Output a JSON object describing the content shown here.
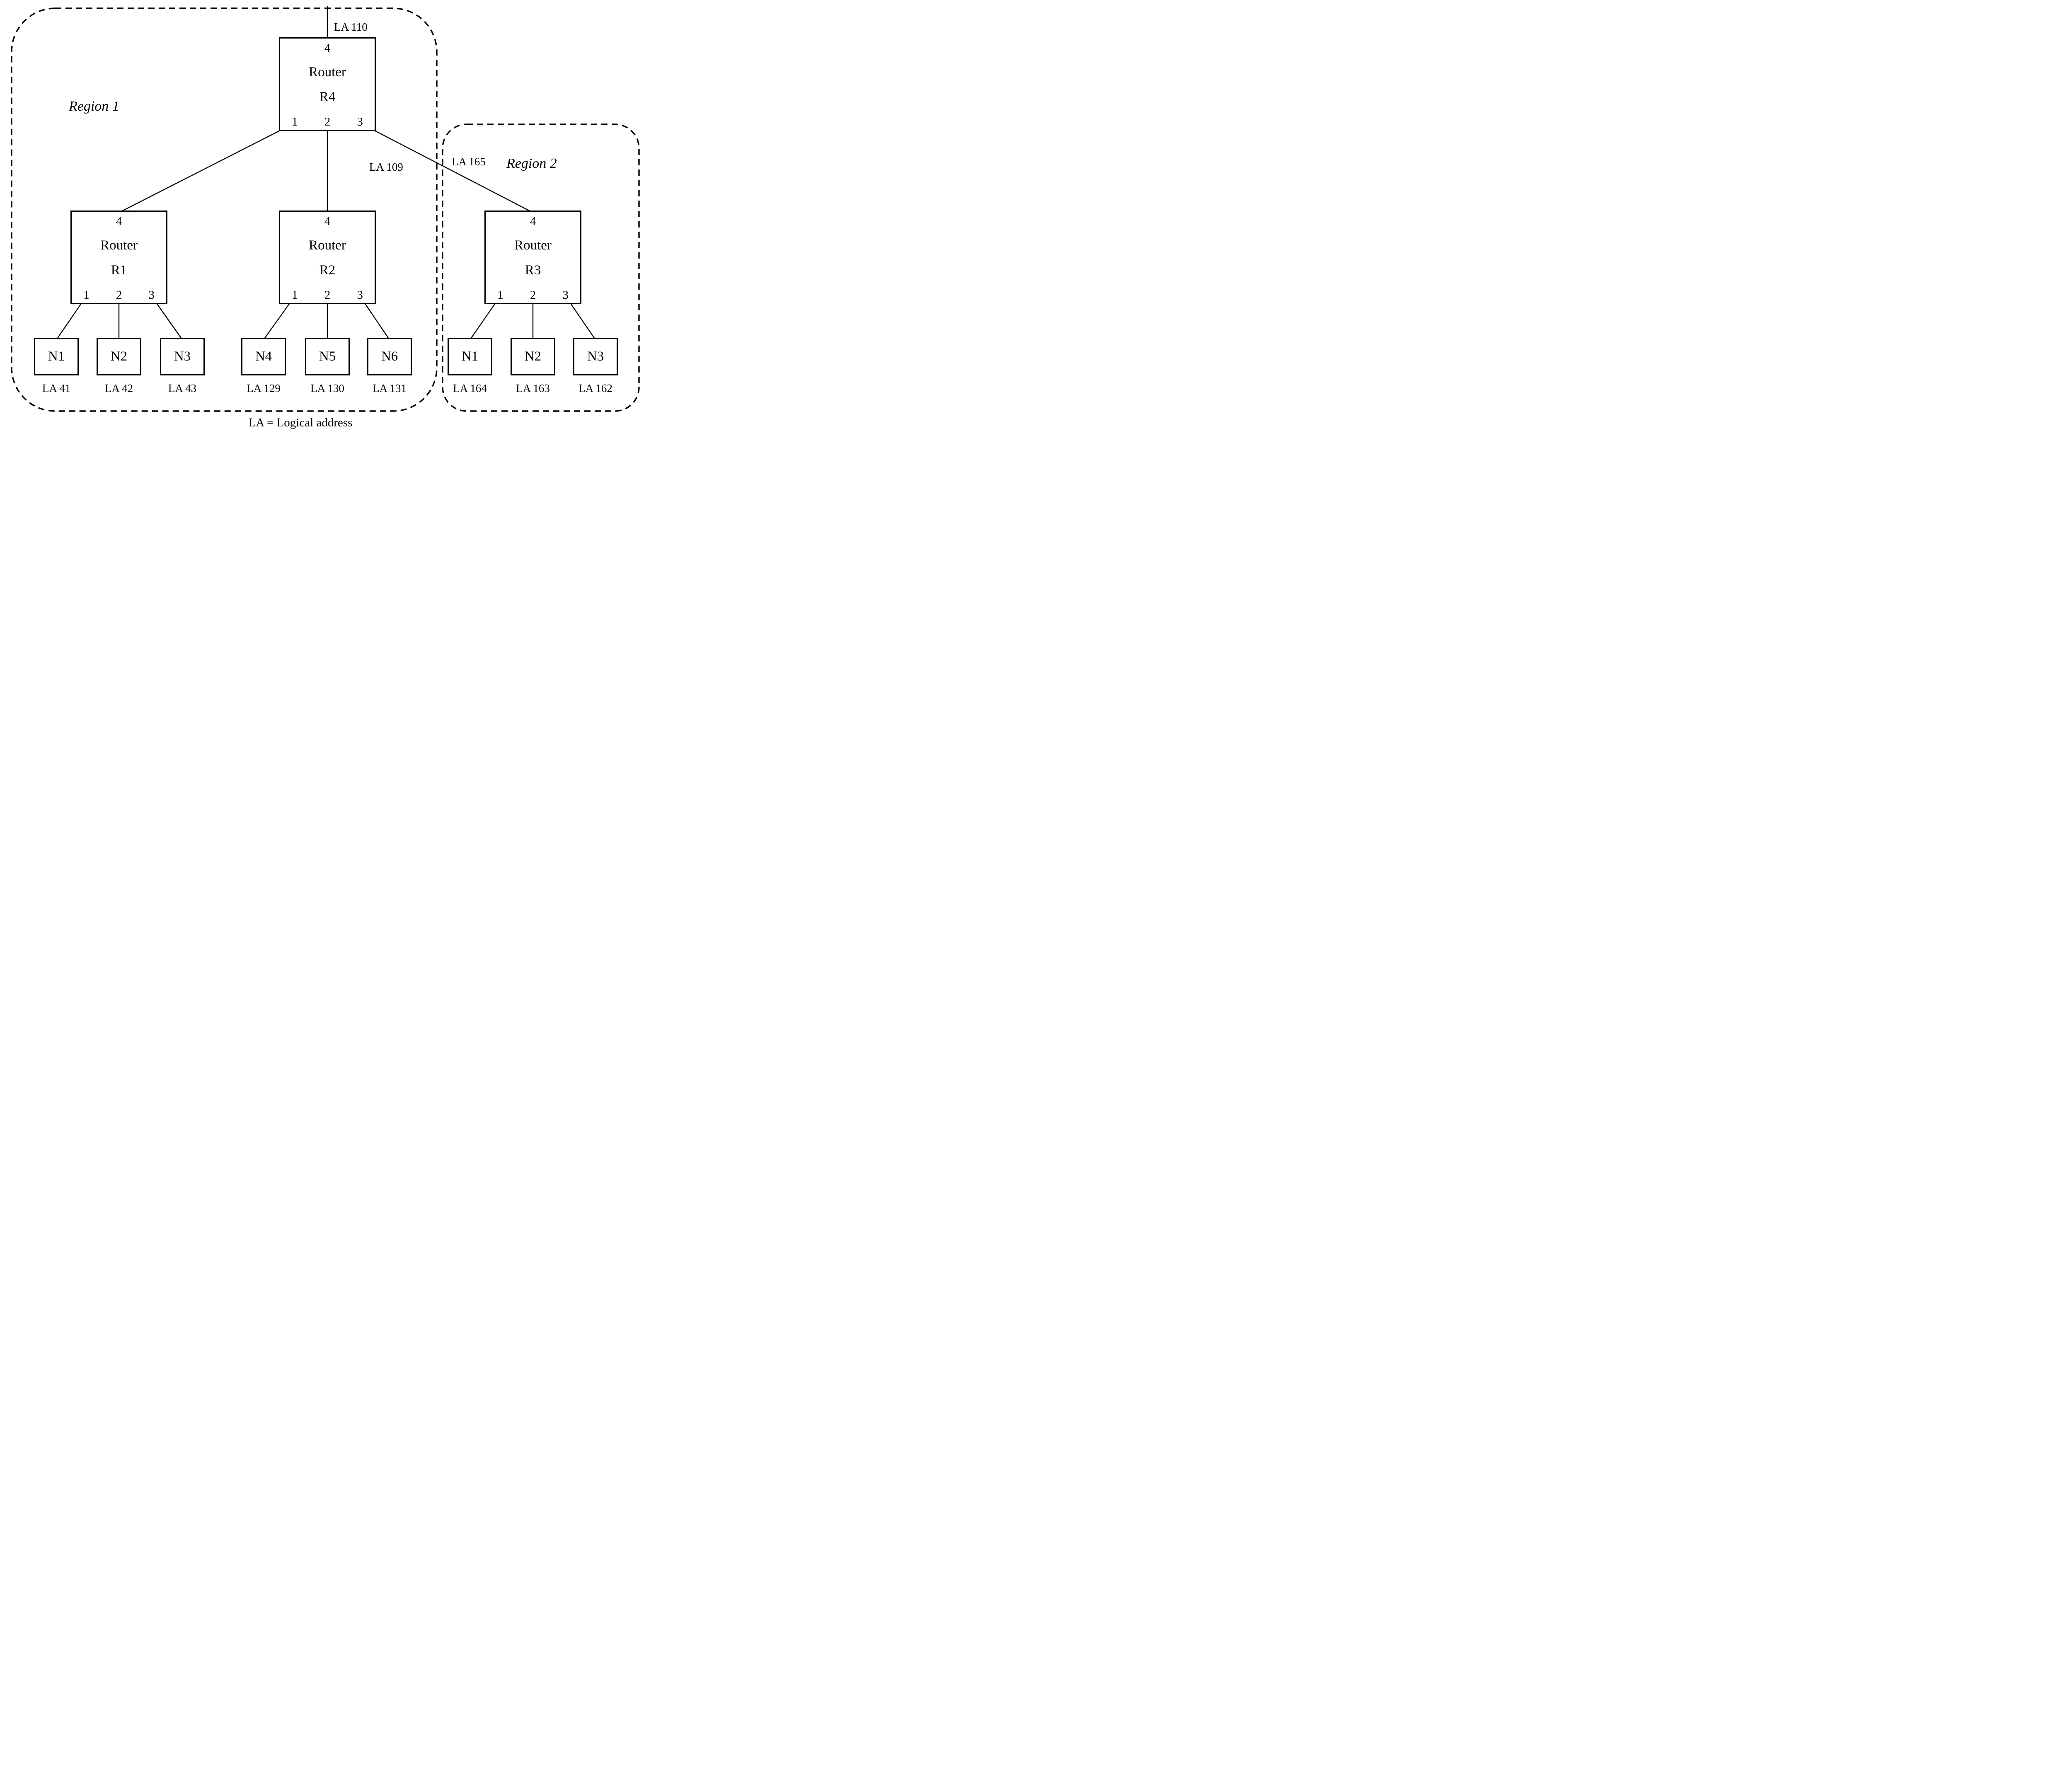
{
  "legend": "LA = Logical address",
  "regions": {
    "r1": "Region 1",
    "r2": "Region 2"
  },
  "link_labels": {
    "la110": "LA 110",
    "la109": "LA 109",
    "la165": "LA 165"
  },
  "routers": [
    {
      "name": "R4",
      "label": "Router",
      "port_top": "4",
      "ports": [
        "1",
        "2",
        "3"
      ]
    },
    {
      "name": "R1",
      "label": "Router",
      "port_top": "4",
      "ports": [
        "1",
        "2",
        "3"
      ]
    },
    {
      "name": "R2",
      "label": "Router",
      "port_top": "4",
      "ports": [
        "1",
        "2",
        "3"
      ]
    },
    {
      "name": "R3",
      "label": "Router",
      "port_top": "4",
      "ports": [
        "1",
        "2",
        "3"
      ]
    }
  ],
  "networks": [
    {
      "name": "N1",
      "la": "LA 41"
    },
    {
      "name": "N2",
      "la": "LA 42"
    },
    {
      "name": "N3",
      "la": "LA 43"
    },
    {
      "name": "N4",
      "la": "LA 129"
    },
    {
      "name": "N5",
      "la": "LA 130"
    },
    {
      "name": "N6",
      "la": "LA 131"
    },
    {
      "name": "N1",
      "la": "LA 164"
    },
    {
      "name": "N2",
      "la": "LA 163"
    },
    {
      "name": "N3",
      "la": "LA 162"
    }
  ],
  "colors": {
    "ink": "#000000",
    "background": "#ffffff"
  }
}
